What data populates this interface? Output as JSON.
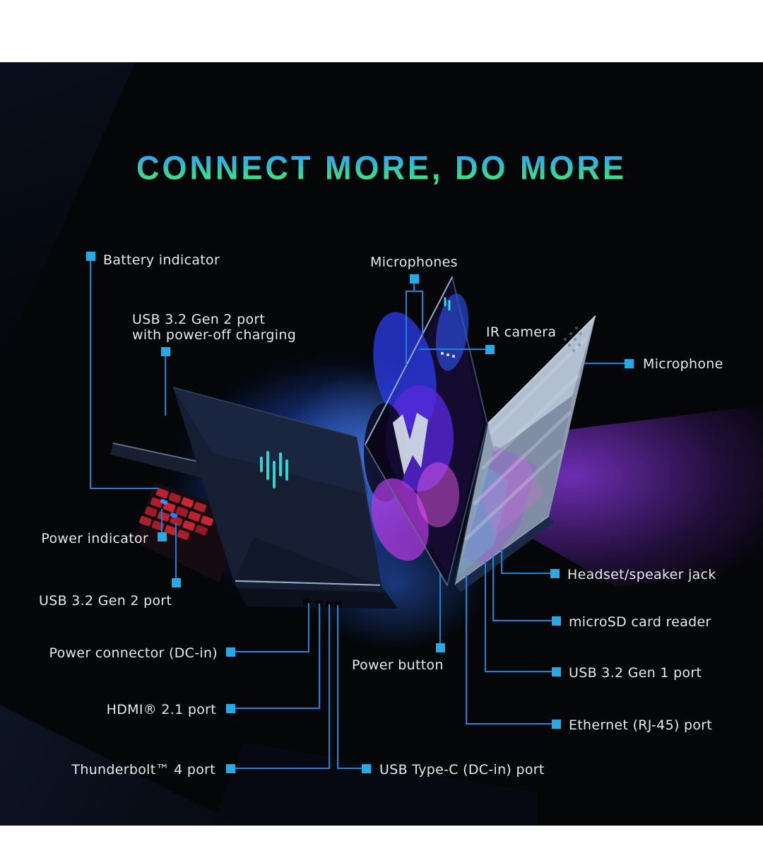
{
  "title": "CONNECT MORE, DO MORE",
  "colors": {
    "accent": "#29A9E4",
    "line": "#1B84D8",
    "label-text": "#E7E9EB",
    "title-top": "#33A4F4",
    "title-bottom": "#41E878",
    "bg": "#040608",
    "logo-teal": "#39DCD4"
  },
  "labels": {
    "battery": "Battery indicator",
    "usb2_charging": "USB 3.2 Gen 2 port\nwith power-off charging",
    "microphones": "Microphones",
    "ir_camera": "IR camera",
    "microphone": "Microphone",
    "power_indicator": "Power indicator",
    "usb2_left": "USB 3.2 Gen 2 port",
    "power_connector": "Power connector (DC-in)",
    "hdmi": "HDMI® 2.1 port",
    "thunderbolt": "Thunderbolt™ 4 port",
    "power_button": "Power button",
    "usb_c": "USB Type-C (DC-in) port",
    "headset": "Headset/speaker jack",
    "microsd": "microSD card reader",
    "usb1": "USB 3.2 Gen 1 port",
    "ethernet": "Ethernet (RJ-45) port"
  }
}
